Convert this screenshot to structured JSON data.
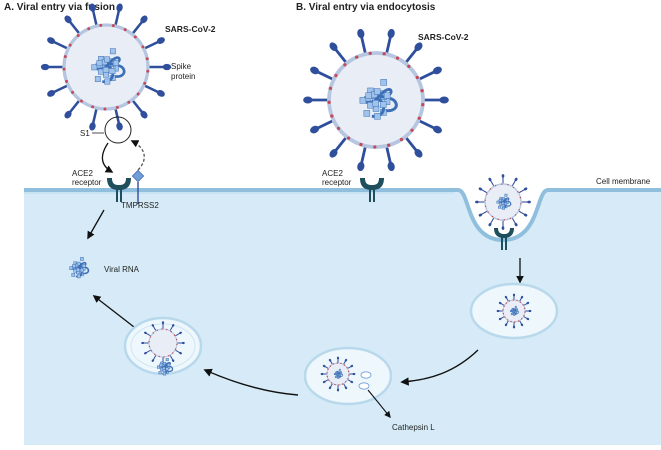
{
  "panels": {
    "fusion": {
      "title": "A. Viral entry via fusion",
      "virus_label": "SARS-CoV-2",
      "spike_label_line1": "Spike",
      "spike_label_line2": "protein",
      "s1_label": "S1",
      "ace2_line1": "ACE2",
      "ace2_line2": "receptor",
      "tmprss2_label": "TMPRSS2",
      "viral_rna_label": "Viral RNA"
    },
    "endocytosis": {
      "title": "B. Viral entry via endocytosis",
      "virus_label": "SARS-CoV-2",
      "ace2_line1": "ACE2",
      "ace2_line2": "receptor",
      "membrane_label": "Cell membrane",
      "cathepsin_label": "Cathepsin L"
    }
  },
  "colors": {
    "cytoplasm": "#d6ebf7",
    "membrane": "#8fbfdd",
    "spike": "#2f4e9b",
    "rna": "#3d6fb6",
    "envelope": "#e9eef6",
    "receptor": "#1f4e5c",
    "vesicle": "#eef7fc",
    "tmprss2": "#6f9fd8"
  },
  "icons": [
    "virus-icon",
    "ace2-receptor-icon",
    "tmprss2-icon",
    "endosome-icon",
    "arrow-icon"
  ]
}
